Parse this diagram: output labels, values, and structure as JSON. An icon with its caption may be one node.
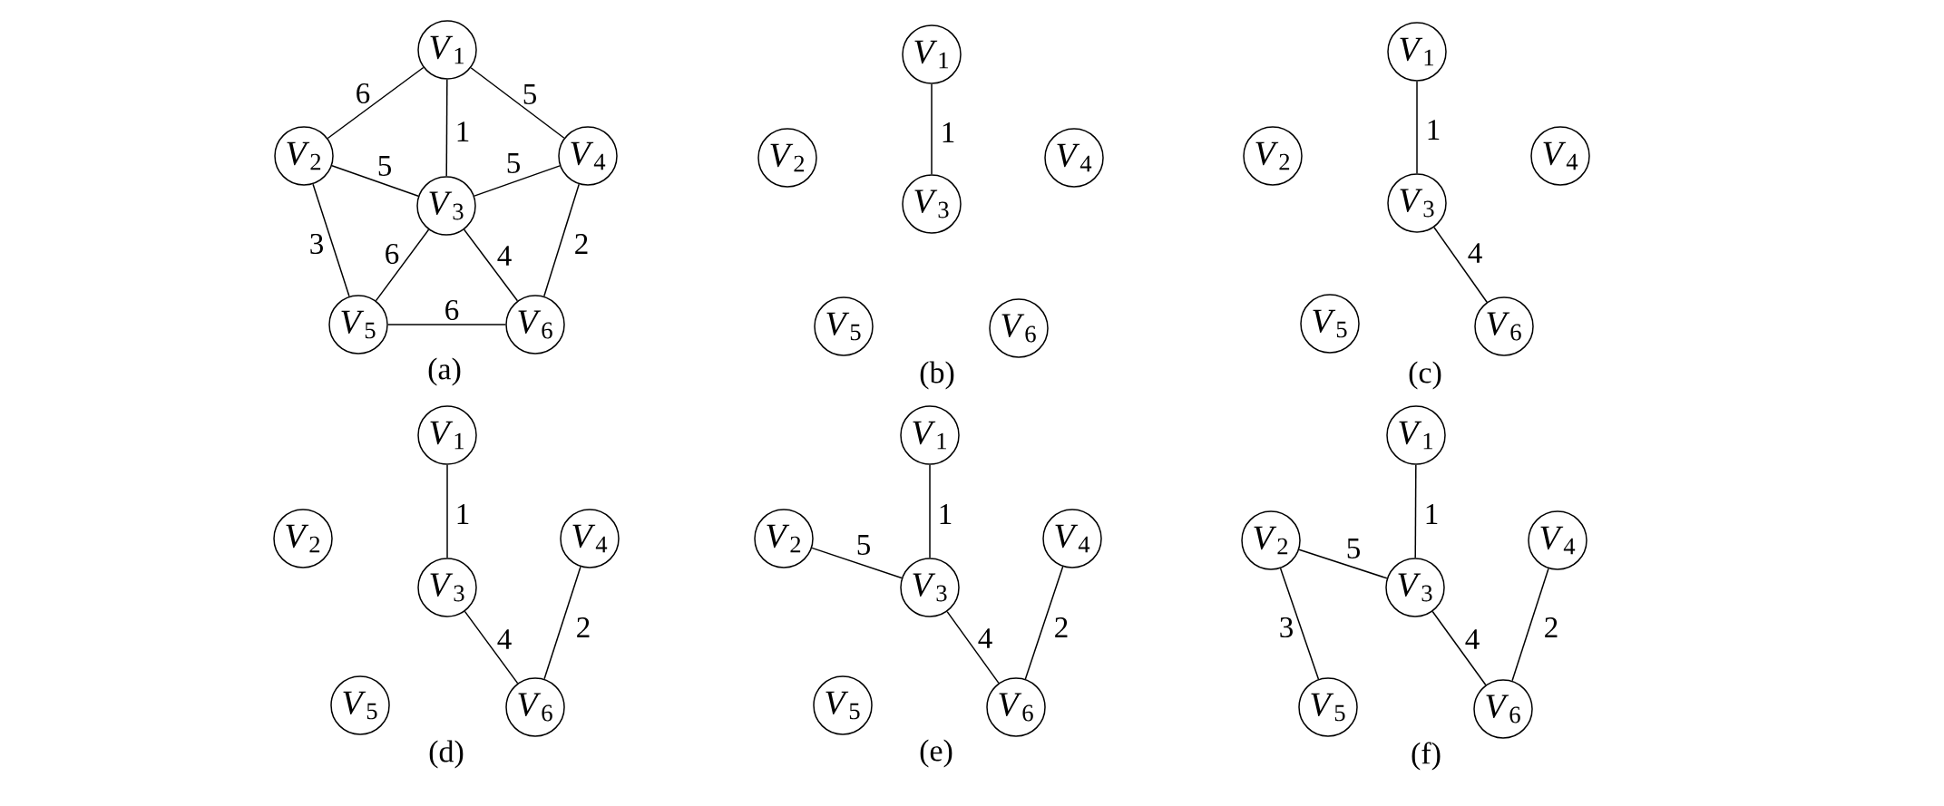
{
  "diagram": {
    "nodes": [
      {
        "text": [
          "*V*$_{1}$"
        ]
      },
      {
        "text": [
          "*V*$_{2}$"
        ]
      },
      {
        "text": [
          "*V*$_{3}$"
        ]
      },
      {
        "text": [
          "*V*$_{4}$"
        ]
      },
      {
        "text": [
          "*V*$_{5}$"
        ]
      },
      {
        "text": [
          "*V*$_{6}$"
        ]
      },
      {
        "text": [
          "*V*$_{1}$"
        ]
      },
      {
        "text": [
          "*V*$_{2}$"
        ]
      },
      {
        "text": [
          "*V*$_{3}$"
        ]
      },
      {
        "text": [
          "*V*$_{4}$"
        ]
      },
      {
        "text": [
          "*V*$_{5}$"
        ]
      },
      {
        "text": [
          "*V*$_{6}$"
        ]
      },
      {
        "text": [
          "*V*$_{1}$"
        ]
      },
      {
        "text": [
          "*V*$_{2}$"
        ]
      },
      {
        "text": [
          "*V*$_{3}$"
        ]
      },
      {
        "text": [
          "*V*$_{4}$"
        ]
      },
      {
        "text": [
          "*V*$_{5}$"
        ]
      },
      {
        "text": [
          "*V*$_{6}$"
        ]
      },
      {
        "text": [
          "*V*$_{1}$"
        ]
      },
      {
        "text": [
          "*V*$_{2}$"
        ]
      },
      {
        "text": [
          "*V*$_{3}$"
        ]
      },
      {
        "text": [
          "*V*$_{4}$"
        ]
      },
      {
        "text": [
          "*V*$_{5}$"
        ]
      },
      {
        "text": [
          "*V*$_{6}$"
        ]
      },
      {
        "text": [
          "*V*$_{1}$"
        ]
      },
      {
        "text": [
          "*V*$_{2}$"
        ]
      },
      {
        "text": [
          "*V*$_{3}$"
        ]
      },
      {
        "text": [
          "*V*$_{4}$"
        ]
      },
      {
        "text": [
          "*V*$_{5}$"
        ]
      },
      {
        "text": [
          "*V*$_{6}$"
        ]
      },
      {
        "text": [
          "*V*$_{1}$"
        ]
      },
      {
        "text": [
          "*V*$_{2}$"
        ]
      },
      {
        "text": [
          "*V*$_{3}$"
        ]
      },
      {
        "text": [
          "*V*$_{4}$"
        ]
      },
      {
        "text": [
          "*V*$_{5}$"
        ]
      },
      {
        "text": [
          "*V*$_{6}$"
        ]
      }
    ],
    "edges": [
      {
        "from": 0,
        "to": 1,
        "arrow": "none",
        "label": "6"
      },
      {
        "from": 0,
        "to": 3,
        "arrow": "none",
        "label": "5"
      },
      {
        "from": 0,
        "to": 2,
        "arrow": "none",
        "label": "1"
      },
      {
        "from": 1,
        "to": 2,
        "arrow": "none",
        "label": "5"
      },
      {
        "from": 2,
        "to": 3,
        "arrow": "none",
        "label": "5"
      },
      {
        "from": 1,
        "to": 4,
        "arrow": "none",
        "label": "3"
      },
      {
        "from": 2,
        "to": 4,
        "arrow": "none",
        "label": "6"
      },
      {
        "from": 2,
        "to": 5,
        "arrow": "none",
        "label": "4"
      },
      {
        "from": 3,
        "to": 5,
        "arrow": "none",
        "label": "2"
      },
      {
        "from": 4,
        "to": 5,
        "arrow": "none",
        "label": "6"
      },
      {
        "from": 6,
        "to": 8,
        "arrow": "none",
        "label": "1"
      },
      {
        "from": 12,
        "to": 14,
        "arrow": "none",
        "label": "1"
      },
      {
        "from": 14,
        "to": 17,
        "arrow": "none",
        "label": "4"
      },
      {
        "from": 18,
        "to": 20,
        "arrow": "none",
        "label": "1"
      },
      {
        "from": 20,
        "to": 23,
        "arrow": "none",
        "label": "4"
      },
      {
        "from": 21,
        "to": 23,
        "arrow": "none",
        "label": "2"
      },
      {
        "from": 24,
        "to": 26,
        "arrow": "none",
        "label": "1"
      },
      {
        "from": 25,
        "to": 26,
        "arrow": "none",
        "label": "5"
      },
      {
        "from": 26,
        "to": 29,
        "arrow": "none",
        "label": "4"
      },
      {
        "from": 27,
        "to": 29,
        "arrow": "none",
        "label": "2"
      },
      {
        "from": 30,
        "to": 32,
        "arrow": "none",
        "label": "1"
      },
      {
        "from": 31,
        "to": 32,
        "arrow": "none",
        "label": "5"
      },
      {
        "from": 31,
        "to": 34,
        "arrow": "none",
        "label": "3"
      },
      {
        "from": 32,
        "to": 35,
        "arrow": "none",
        "label": "4"
      },
      {
        "from": 33,
        "to": 35,
        "arrow": "none",
        "label": "2"
      }
    ],
    "labels": [
      "(a)",
      "(b)",
      "(c)",
      "(d)",
      "(e)",
      "(f)"
    ]
  }
}
